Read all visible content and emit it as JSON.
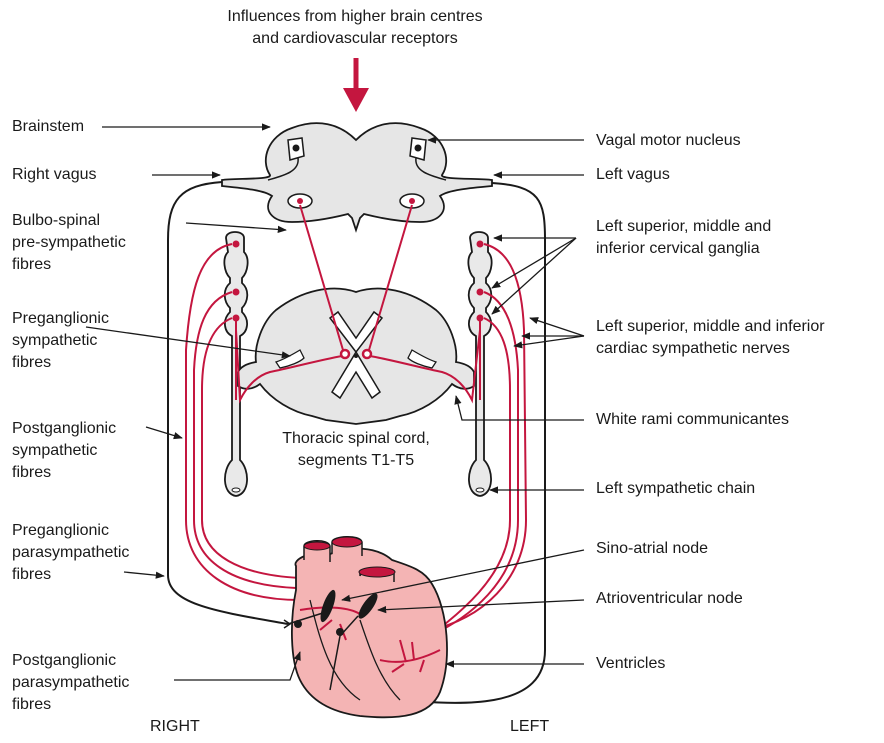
{
  "labels": {
    "influences": "Influences from higher brain centres\nand cardiovascular receptors",
    "brainstem": "Brainstem",
    "right_vagus": "Right vagus",
    "bulbospinal": "Bulbo-spinal\npre-sympathetic\nfibres",
    "preganglionic_symp": "Preganglionic\nsympathetic\nfibres",
    "postganglionic_symp": "Postganglionic\nsympathetic\nfibres",
    "preganglionic_para": "Preganglionic\nparasympathetic\nfibres",
    "postganglionic_para": "Postganglionic\nparasympathetic\nfibres",
    "right": "RIGHT",
    "left": "LEFT",
    "vagal_motor_nucleus": "Vagal motor nucleus",
    "left_vagus": "Left vagus",
    "cervical_ganglia": "Left superior, middle and\ninferior cervical ganglia",
    "cardiac_nerves": "Left superior, middle and inferior\ncardiac sympathetic nerves",
    "white_rami": "White rami communicantes",
    "thoracic_cord": "Thoracic spinal cord,\nsegments T1-T5",
    "sympathetic_chain": "Left sympathetic chain",
    "sa_node": "Sino-atrial node",
    "av_node": "Atrioventricular node",
    "ventricles": "Ventricles"
  },
  "colors": {
    "nerve_red": "#c4163f",
    "tissue_grey": "#e6e6e6",
    "heart_pink": "#f4b4b4",
    "ink": "#1a1a1a"
  }
}
